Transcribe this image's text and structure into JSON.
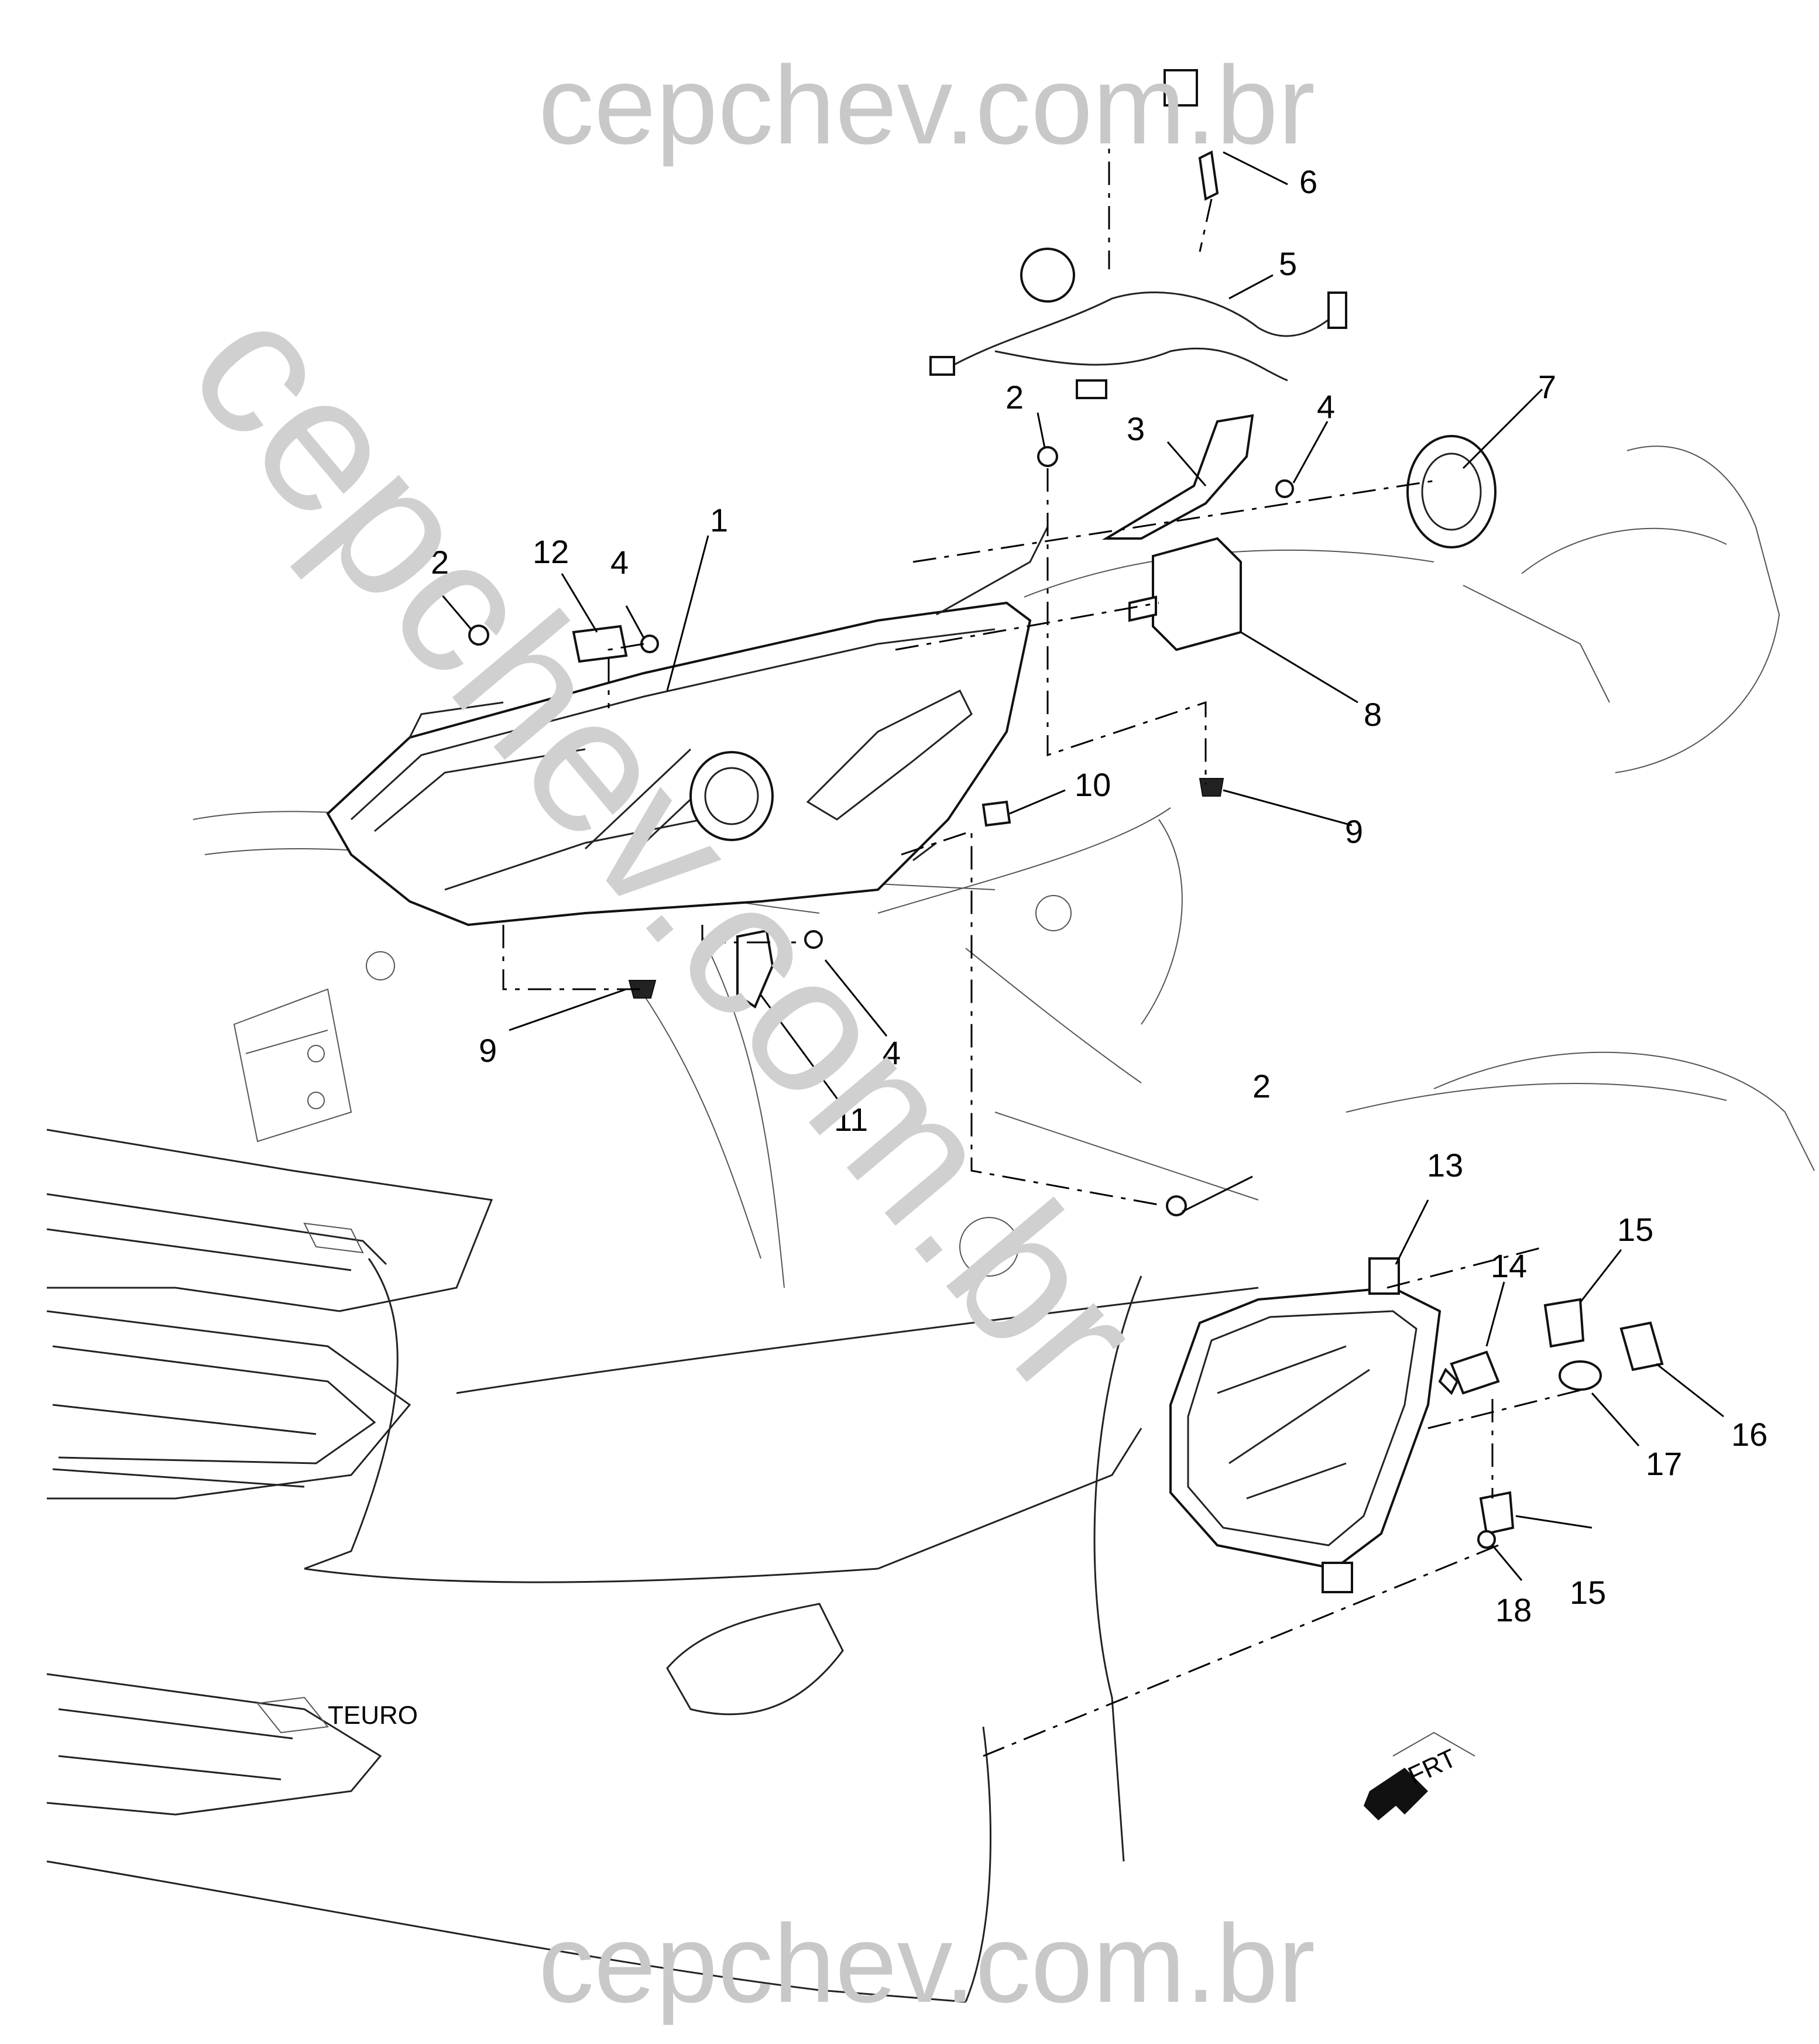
{
  "watermark": {
    "top": "cepchev.com.br",
    "bottom": "cepchev.com.br",
    "diagonal": "cepchev.com.br"
  },
  "callouts": [
    {
      "id": "c1",
      "label": "1"
    },
    {
      "id": "c2a",
      "label": "2"
    },
    {
      "id": "c2b",
      "label": "2"
    },
    {
      "id": "c2c",
      "label": "2"
    },
    {
      "id": "c3",
      "label": "3"
    },
    {
      "id": "c4a",
      "label": "4"
    },
    {
      "id": "c4b",
      "label": "4"
    },
    {
      "id": "c4c",
      "label": "4"
    },
    {
      "id": "c5",
      "label": "5"
    },
    {
      "id": "c6",
      "label": "6"
    },
    {
      "id": "c7",
      "label": "7"
    },
    {
      "id": "c8",
      "label": "8"
    },
    {
      "id": "c9a",
      "label": "9"
    },
    {
      "id": "c9b",
      "label": "9"
    },
    {
      "id": "c10",
      "label": "10"
    },
    {
      "id": "c11",
      "label": "11"
    },
    {
      "id": "c12",
      "label": "12"
    },
    {
      "id": "c13",
      "label": "13"
    },
    {
      "id": "c14",
      "label": "14"
    },
    {
      "id": "c15a",
      "label": "15"
    },
    {
      "id": "c15b",
      "label": "15"
    },
    {
      "id": "c16",
      "label": "16"
    },
    {
      "id": "c17",
      "label": "17"
    },
    {
      "id": "c18",
      "label": "18"
    }
  ],
  "direction_indicator": {
    "label": "FRT"
  },
  "bumper_badge": {
    "label": "TEURO"
  }
}
